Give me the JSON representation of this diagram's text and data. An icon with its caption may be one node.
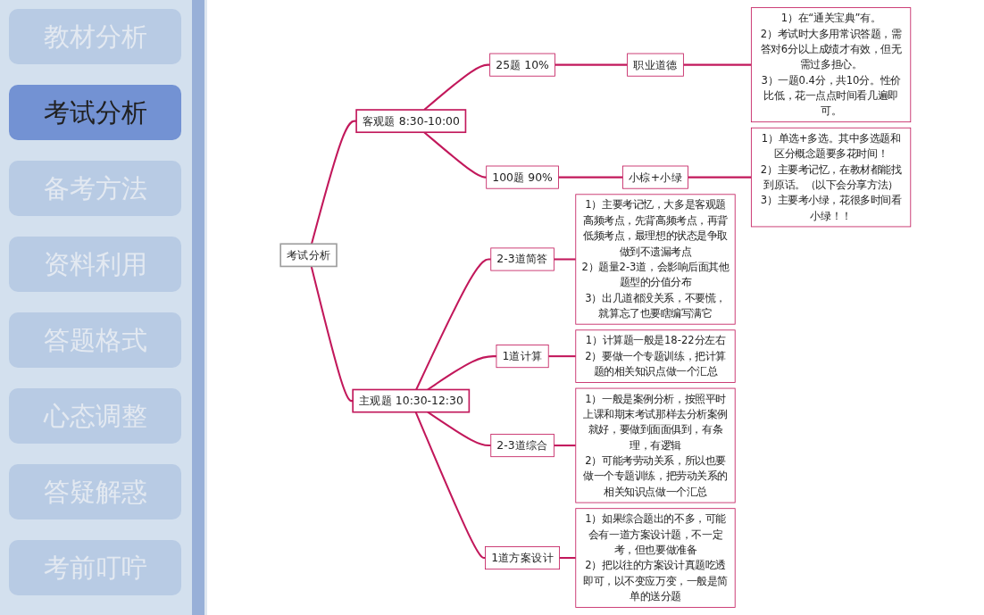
{
  "diagram": {
    "nodes": [
      {
        "text": [
          "考试分析"
        ]
      },
      {
        "text": [
          "客观题 8:30-10:00"
        ]
      },
      {
        "text": [
          "25题 10%"
        ]
      },
      {
        "text": [
          "职业道德"
        ]
      },
      {
        "text": [
          "1）在“通关宝典”有。",
          "2）考试时大多用常识答题，需答对6分以上成绩才有效，但无需过多担心。",
          "3）一题0.4分，共10分。性价比低，花一点点时间看几遍即可。"
        ]
      },
      {
        "text": [
          "100题 90%"
        ]
      },
      {
        "text": [
          "小棕+小绿"
        ]
      },
      {
        "text": [
          "1）单选+多选。其中多选题和区分概念题要多花时间！",
          "2）主要考记忆，在教材都能找到原话。（以下会分享方法）",
          "3）主要考小绿，花很多时间看小绿！！"
        ]
      },
      {
        "text": [
          "主观题 10:30-12:30"
        ]
      },
      {
        "text": [
          "2-3道简答"
        ]
      },
      {
        "text": [
          "1）主要考记忆，大多是客观题高频考点，先背高频考点，再背低频考点，最理想的状态是争取做到不遗漏考点",
          "2）题量2-3道，会影响后面其他题型的分值分布",
          "3）出几道都没关系，不要慌，就算忘了也要瞎编写满它"
        ]
      },
      {
        "text": [
          "1道计算"
        ]
      },
      {
        "text": [
          "1）计算题一般是18-22分左右",
          "2）要做一个专题训练，把计算题的相关知识点做一个汇总"
        ]
      },
      {
        "text": [
          "2-3道综合"
        ]
      },
      {
        "text": [
          "1）一般是案例分析，按照平时上课和期末考试那样去分析案例就好，要做到面面俱到，有条理，有逻辑",
          "2）可能考劳动关系，所以也要做一个专题训练，把劳动关系的相关知识点做一个汇总"
        ]
      },
      {
        "text": [
          "1道方案设计"
        ]
      },
      {
        "text": [
          "1）如果综合题出的不多，可能会有一道方案设计题，不一定考，但也要做准备",
          "2）把以往的方案设计真题吃透即可，以不变应万变，一般是简单的送分题"
        ]
      }
    ],
    "edges": [
      {
        "from": 0,
        "to": 1,
        "arrow": "none"
      },
      {
        "from": 1,
        "to": 2,
        "arrow": "none"
      },
      {
        "from": 2,
        "to": 3,
        "arrow": "none"
      },
      {
        "from": 3,
        "to": 4,
        "arrow": "none"
      },
      {
        "from": 1,
        "to": 5,
        "arrow": "none"
      },
      {
        "from": 5,
        "to": 6,
        "arrow": "none"
      },
      {
        "from": 6,
        "to": 7,
        "arrow": "none"
      },
      {
        "from": 0,
        "to": 8,
        "arrow": "none"
      },
      {
        "from": 8,
        "to": 9,
        "arrow": "none"
      },
      {
        "from": 9,
        "to": 10,
        "arrow": "none"
      },
      {
        "from": 8,
        "to": 11,
        "arrow": "none"
      },
      {
        "from": 11,
        "to": 12,
        "arrow": "none"
      },
      {
        "from": 8,
        "to": 13,
        "arrow": "none"
      },
      {
        "from": 13,
        "to": 14,
        "arrow": "none"
      },
      {
        "from": 8,
        "to": 15,
        "arrow": "none"
      },
      {
        "from": 15,
        "to": 16,
        "arrow": "none"
      }
    ],
    "labels": [
      "教材分析",
      "考试分析",
      "备考方法",
      "资料利用",
      "答题格式",
      "心态调整",
      "答疑解惑",
      "考前叮咛"
    ]
  }
}
